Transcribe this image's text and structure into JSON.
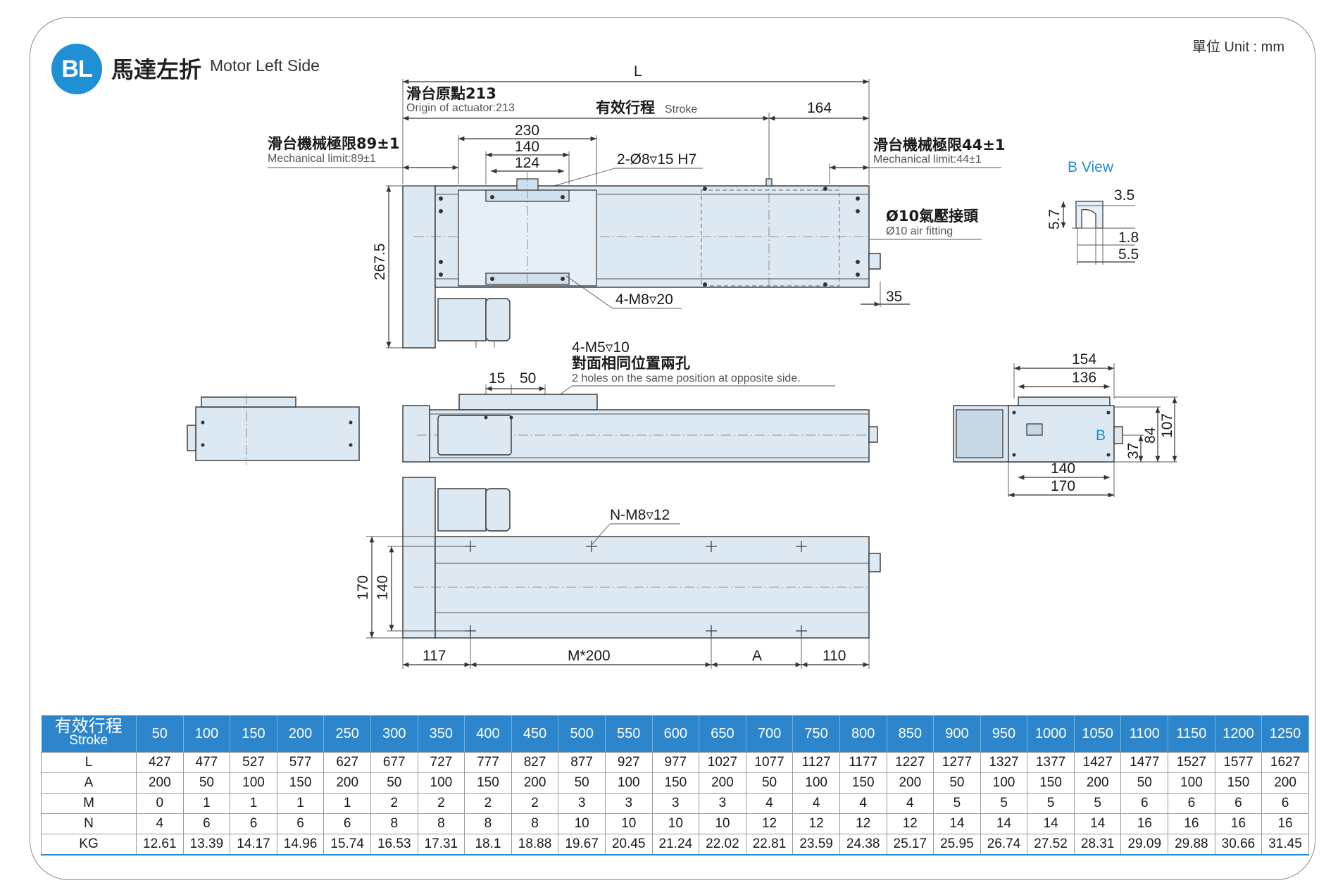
{
  "header": {
    "badge": "BL",
    "title_cn": "馬達左折",
    "title_en": "Motor Left Side",
    "unit": "單位 Unit : mm"
  },
  "drawing": {
    "top_view": {
      "L": "L",
      "origin_cn": "滑台原點213",
      "origin_en": "Origin of actuator:213",
      "stroke_cn": "有效行程",
      "stroke_en": "Stroke",
      "d164": "164",
      "d230": "230",
      "d140": "140",
      "d124": "124",
      "hole_note": "2-Ø8▿15 H7",
      "mech_left_cn": "滑台機械極限89±1",
      "mech_left_en": "Mechanical limit:89±1",
      "mech_right_cn": "滑台機械極限44±1",
      "mech_right_en": "Mechanical limit:44±1",
      "air_cn": "Ø10氣壓接頭",
      "air_en": "Ø10 air fitting",
      "d267": "267.5",
      "m8_note": "4-M8▿20",
      "d35": "35"
    },
    "b_view": {
      "label": "B View",
      "d35": "3.5",
      "d57": "5.7",
      "d18": "1.8",
      "d55": "5.5"
    },
    "side_view": {
      "m5_note": "4-M5▿10",
      "m5_cn": "對面相同位置兩孔",
      "m5_en": "2 holes on the same position at opposite side.",
      "d15": "15",
      "d50": "50"
    },
    "end_view": {
      "d154": "154",
      "d136": "136",
      "d140": "140",
      "d170": "170",
      "d107": "107",
      "d84": "84",
      "d37": "37",
      "b": "B"
    },
    "bottom_view": {
      "nm8": "N-M8▿12",
      "d170": "170",
      "d140": "140",
      "d117": "117",
      "m200": "M*200",
      "A": "A",
      "d110": "110"
    }
  },
  "table": {
    "header_cn": "有效行程",
    "header_en": "Stroke",
    "strokes": [
      "50",
      "100",
      "150",
      "200",
      "250",
      "300",
      "350",
      "400",
      "450",
      "500",
      "550",
      "600",
      "650",
      "700",
      "750",
      "800",
      "850",
      "900",
      "950",
      "1000",
      "1050",
      "1100",
      "1150",
      "1200",
      "1250"
    ],
    "rows": [
      {
        "label": "L",
        "values": [
          "427",
          "477",
          "527",
          "577",
          "627",
          "677",
          "727",
          "777",
          "827",
          "877",
          "927",
          "977",
          "1027",
          "1077",
          "1127",
          "1177",
          "1227",
          "1277",
          "1327",
          "1377",
          "1427",
          "1477",
          "1527",
          "1577",
          "1627"
        ]
      },
      {
        "label": "A",
        "values": [
          "200",
          "50",
          "100",
          "150",
          "200",
          "50",
          "100",
          "150",
          "200",
          "50",
          "100",
          "150",
          "200",
          "50",
          "100",
          "150",
          "200",
          "50",
          "100",
          "150",
          "200",
          "50",
          "100",
          "150",
          "200"
        ]
      },
      {
        "label": "M",
        "values": [
          "0",
          "1",
          "1",
          "1",
          "1",
          "2",
          "2",
          "2",
          "2",
          "3",
          "3",
          "3",
          "3",
          "4",
          "4",
          "4",
          "4",
          "5",
          "5",
          "5",
          "5",
          "6",
          "6",
          "6",
          "6"
        ]
      },
      {
        "label": "N",
        "values": [
          "4",
          "6",
          "6",
          "6",
          "6",
          "8",
          "8",
          "8",
          "8",
          "10",
          "10",
          "10",
          "10",
          "12",
          "12",
          "12",
          "12",
          "14",
          "14",
          "14",
          "14",
          "16",
          "16",
          "16",
          "16"
        ]
      },
      {
        "label": "KG",
        "values": [
          "12.61",
          "13.39",
          "14.17",
          "14.96",
          "15.74",
          "16.53",
          "17.31",
          "18.1",
          "18.88",
          "19.67",
          "20.45",
          "21.24",
          "22.02",
          "22.81",
          "23.59",
          "24.38",
          "25.17",
          "25.95",
          "26.74",
          "27.52",
          "28.31",
          "29.09",
          "29.88",
          "30.66",
          "31.45"
        ]
      }
    ]
  }
}
